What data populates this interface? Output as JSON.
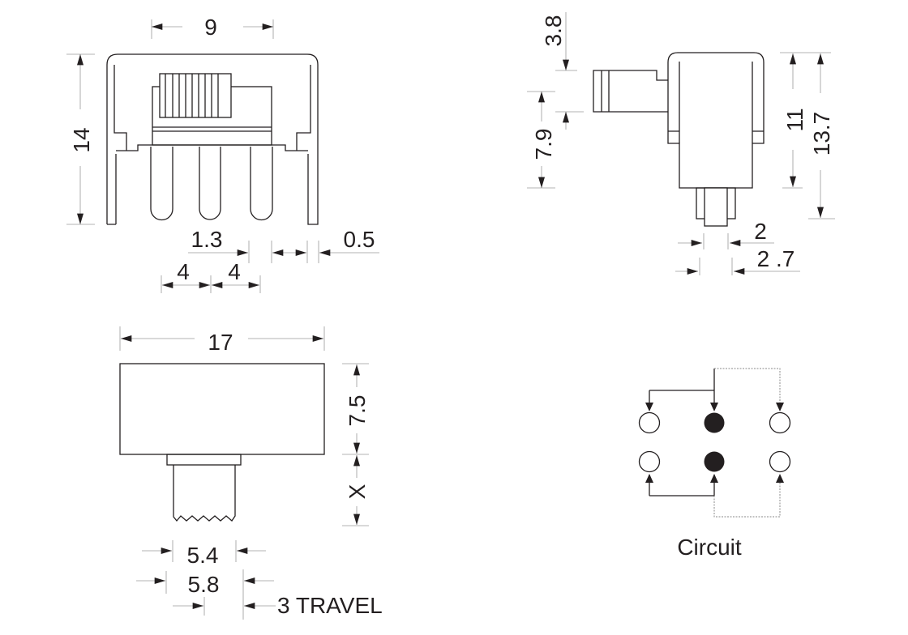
{
  "front_view": {
    "width": "9",
    "height": "14",
    "pin_width": "1.3",
    "leg_width": "0.5",
    "pitch_1": "4",
    "pitch_2": "4"
  },
  "side_view": {
    "actuator_offset": "3.8",
    "actuator_height": "7.9",
    "body_height": "11",
    "total_height": "13.7",
    "pin_inner": "2",
    "pin_outer": "2 .7"
  },
  "bottom_view": {
    "length": "17",
    "depth": "7.5",
    "actuator_length": "X",
    "actuator_width": "5.4",
    "flange_width": "5.8",
    "travel": "3 TRAVEL"
  },
  "circuit": {
    "label": "Circuit"
  },
  "colors": {
    "line": "#231f20",
    "dimension": "#9a9a9a"
  }
}
